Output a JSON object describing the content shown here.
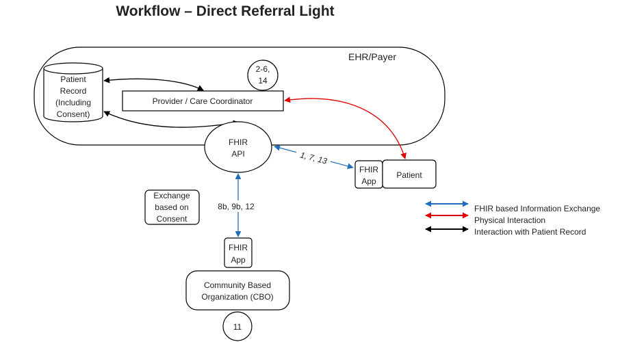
{
  "title": "Workflow – Direct Referral Light",
  "ehr_container": {
    "label": "EHR/Payer"
  },
  "patient_record": {
    "lines": [
      "Patient",
      "Record",
      "(Including",
      "Consent)"
    ]
  },
  "step_circle_top": {
    "lines": [
      "2-6,",
      "14"
    ]
  },
  "provider": {
    "label": "Provider / Care Coordinator"
  },
  "fhir_api": {
    "lines": [
      "FHIR",
      "API"
    ]
  },
  "patient_app": {
    "lines": [
      "FHIR",
      "App"
    ]
  },
  "patient": {
    "label": "Patient"
  },
  "exchange_note": {
    "lines": [
      "Exchange",
      "based on",
      "Consent"
    ]
  },
  "cbo_app": {
    "lines": [
      "FHIR",
      "App"
    ]
  },
  "cbo": {
    "lines": [
      "Community Based",
      "Organization (CBO)"
    ]
  },
  "step_circle_bottom": {
    "label": "11"
  },
  "edges": {
    "api_patient_steps": "1, 7, 13",
    "api_cbo_steps": "8b, 9b, 12"
  },
  "legend": [
    {
      "label": "FHIR based Information Exchange",
      "color": "#1f6fbd"
    },
    {
      "label": "Physical Interaction",
      "color": "#e00000"
    },
    {
      "label": "Interaction with Patient Record",
      "color": "#000000"
    }
  ],
  "colors": {
    "fhir": "#1f6fbd",
    "physical": "#e00000",
    "record": "#000000"
  }
}
